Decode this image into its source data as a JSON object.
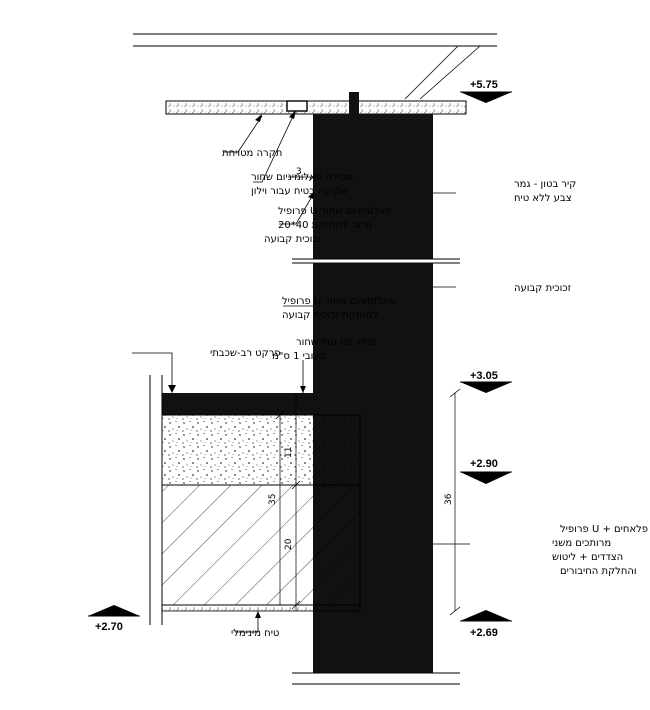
{
  "colors": {
    "ink": "#000000",
    "paper": "#ffffff",
    "fill": "#111111"
  },
  "levels": {
    "top": "+5.75",
    "sill": "+3.05",
    "mid": "+2.90",
    "bottom": "+2.69",
    "left": "+2.70"
  },
  "labels": {
    "ceiling": "תקרה מטויחת",
    "drip_line1": "מסילה פאלומיניום שחור",
    "drip_line2": "שקועה בטיח עבור וילון",
    "u_profile_top_line1": "פאלומיניום שחור U פרופיל",
    "u_profile_top_line2": "מ\"מ, להחזקת 40*20",
    "u_profile_top_line3": "זכוכית קבועה",
    "wall_finish_line1": "קיר בטון - גמר",
    "wall_finish_line2": "צבע ללא טיח",
    "fixed_glass": "זכוכית קבועה",
    "u_profile_mid_line1": "פאלומיניום שחור U פרופיל",
    "u_profile_mid_line2": "לחחזקת זכוכית קבועה",
    "rubber_line1": "מילוי פס גומי שחור",
    "rubber_line2": "בעובי 1 ס\"מ",
    "parquet": "פרקט רב-שכבתי",
    "min_plaster": "טיח מינימלי",
    "flats_line1": "פלאחים + U פרופיל",
    "flats_line2": "מרותכים משני",
    "flats_line3": "הצדדים + ליטוש",
    "flats_line4": "והחלקת החיבורים"
  },
  "dimensions": {
    "three": "3",
    "eleven": "11",
    "thirty_five": "35",
    "twenty": "20",
    "thirty_six": "36"
  }
}
